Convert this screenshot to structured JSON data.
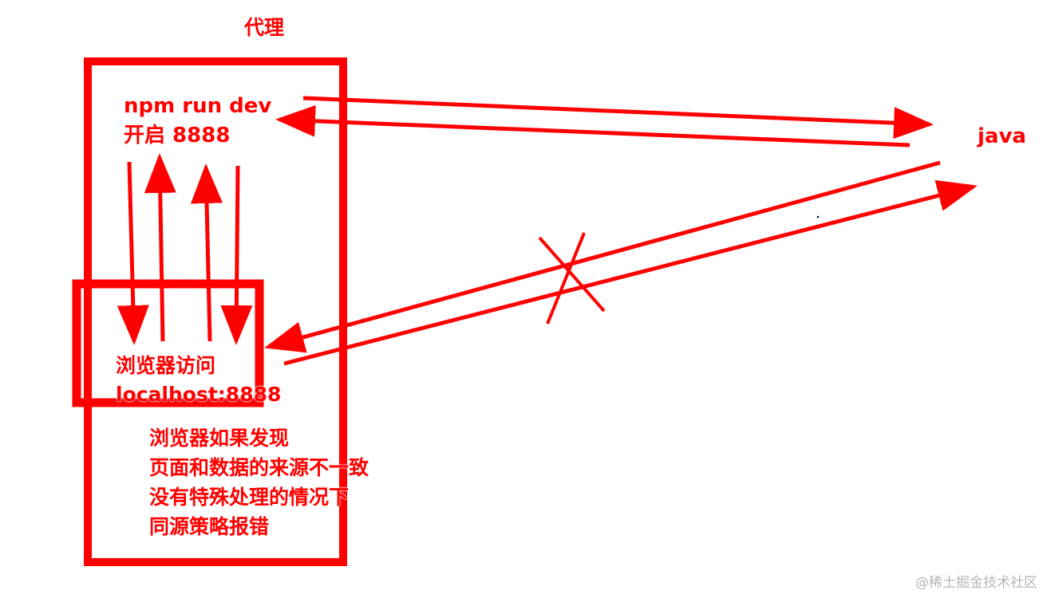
{
  "colors": {
    "stroke": "#ff0000",
    "background": "#ffffff",
    "watermark": "#b5b5b5"
  },
  "labels": {
    "proxy": "代理",
    "npm_command": "npm run dev",
    "open_port": "开启 8888",
    "java": "java",
    "browser_access": "浏览器访问",
    "browser_url": "localhost:8888"
  },
  "note": {
    "lines": [
      "浏览器如果发现",
      "页面和数据的来源不一致",
      "没有特殊处理的情况下",
      "同源策略报错"
    ]
  },
  "watermark": "@稀土掘金技术社区"
}
